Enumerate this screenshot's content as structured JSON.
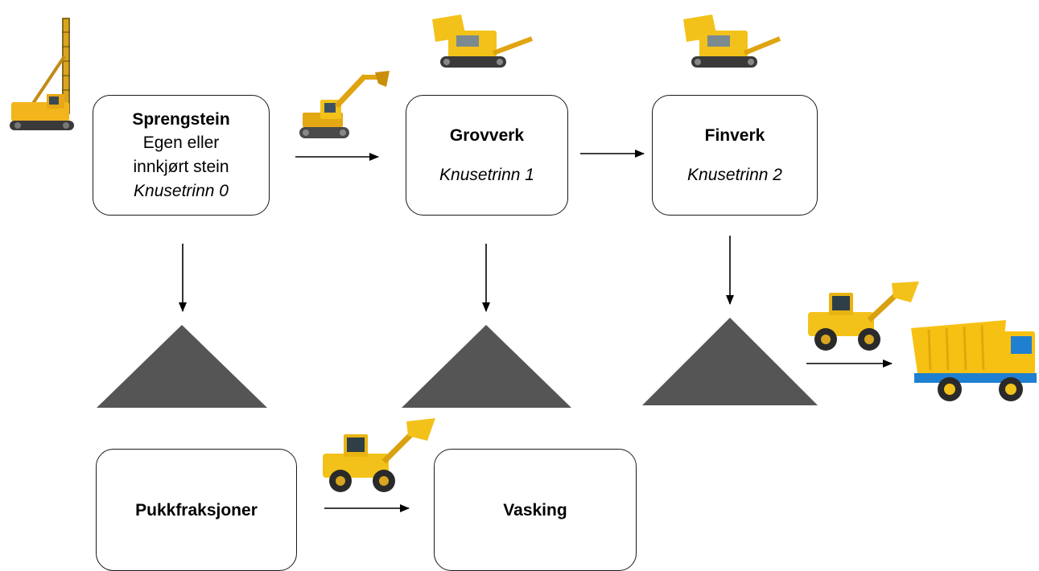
{
  "nodes": {
    "sprengstein": {
      "title": "Sprengstein",
      "line1": "Egen eller",
      "line2": "innkjørt stein",
      "stage": "Knusetrinn 0"
    },
    "grovverk": {
      "title": "Grovverk",
      "stage": "Knusetrinn 1"
    },
    "finverk": {
      "title": "Finverk",
      "stage": "Knusetrinn 2"
    },
    "pukk": {
      "title": "Pukkfraksjoner"
    },
    "vasking": {
      "title": "Vasking"
    }
  },
  "icons": [
    "drilling-rig-icon",
    "excavator-icon",
    "crusher-icon",
    "wheel-loader-icon",
    "dump-truck-icon",
    "gravel-pile-icon"
  ],
  "colors": {
    "machine_yellow": "#f2c21a",
    "pile_gray": "#555555",
    "line": "#1a1a1a",
    "truck_blue": "#1f7fd1"
  }
}
